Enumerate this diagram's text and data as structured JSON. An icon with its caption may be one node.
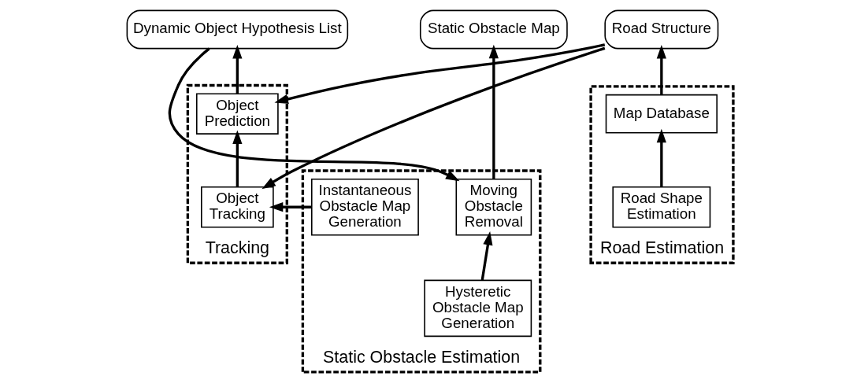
{
  "diagram": {
    "nodes": [
      {
        "text": [
          "Dynamic Object Hypothesis List"
        ]
      },
      {
        "text": [
          "Static Obstacle Map"
        ]
      },
      {
        "text": [
          "Road Structure"
        ]
      },
      {
        "text": [
          "Static Obstacle Estimation"
        ]
      },
      {
        "text": [
          "Moving Obstacle Removal"
        ],
        "in": 3
      },
      {
        "text": [
          "Hysteretic Obstacle Map Generation"
        ],
        "in": 3
      },
      {
        "text": [
          "Instantaneous Obstacle Map Generation"
        ],
        "in": 3
      },
      {
        "text": [
          "Tracking"
        ]
      },
      {
        "text": [
          "Object Prediction"
        ],
        "in": 7
      },
      {
        "text": [
          "Object Tracking"
        ],
        "in": 7
      },
      {
        "text": [
          "Road Estimation"
        ]
      },
      {
        "text": [
          "Road Shape Estimation"
        ],
        "in": 10
      },
      {
        "text": [
          "Map Database"
        ],
        "in": 10
      }
    ],
    "edges": [
      {
        "from": 4,
        "to": 1,
        "arrow": "to"
      },
      {
        "from": 0,
        "to": 4,
        "arrow": "to"
      },
      {
        "from": 5,
        "to": 4,
        "arrow": "to"
      },
      {
        "from": 6,
        "to": 9,
        "arrow": "to"
      },
      {
        "from": 9,
        "to": 8,
        "arrow": "to"
      },
      {
        "from": 8,
        "to": 0,
        "arrow": "to"
      },
      {
        "from": 2,
        "to": 8,
        "arrow": "to"
      },
      {
        "from": 2,
        "to": 9,
        "arrow": "to"
      },
      {
        "from": 11,
        "to": 12,
        "arrow": "to"
      },
      {
        "from": 12,
        "to": 2,
        "arrow": "to"
      }
    ]
  }
}
